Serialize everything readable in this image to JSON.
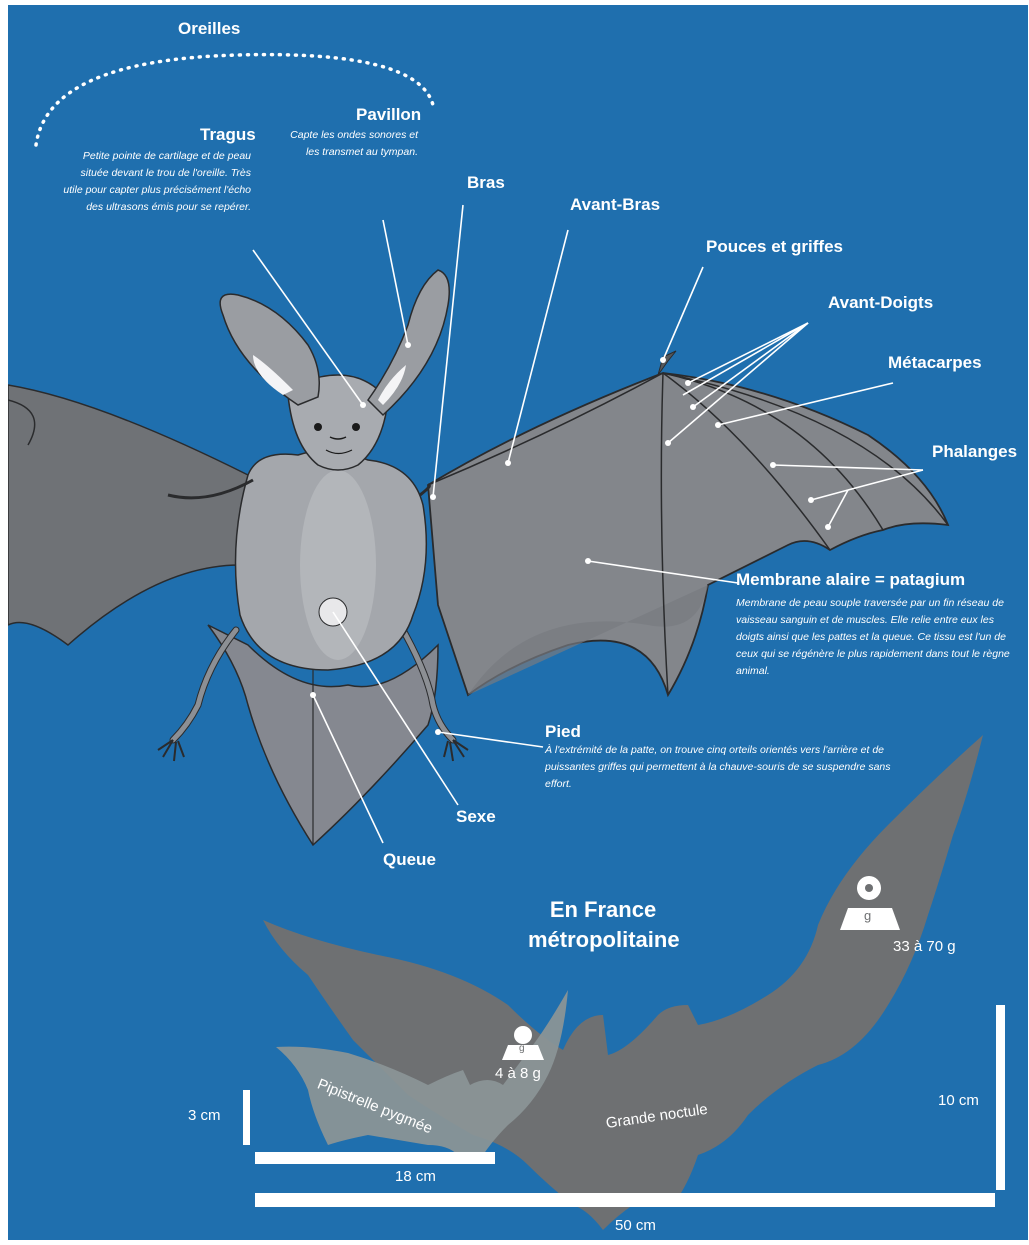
{
  "labels": {
    "oreilles": "Oreilles",
    "pavillon": "Pavillon",
    "pavillon_desc": "Capte les ondes sonores et les transmet au tympan.",
    "tragus": "Tragus",
    "tragus_desc": "Petite pointe de cartilage et de peau située devant le trou de l'oreille. Très utile pour capter plus précisément l'écho des ultrasons émis pour se repérer.",
    "bras": "Bras",
    "avant_bras": "Avant-Bras",
    "pouces": "Pouces et griffes",
    "avant_doigts": "Avant-Doigts",
    "metacarpes": "Métacarpes",
    "phalanges": "Phalanges",
    "membrane": "Membrane alaire = patagium",
    "membrane_desc": "Membrane de peau souple traversée par un fin réseau de vaisseau sanguin et de muscles. Elle relie entre eux les doigts ainsi que les pattes et la queue. Ce tissu est l'un de ceux qui se régénère le plus rapidement dans tout le règne animal.",
    "pied": "Pied",
    "pied_desc": "À l'extrémité de la patte, on trouve cinq orteils orientés vers l'arrière et de puissantes griffes qui permettent à la chauve-souris de se suspendre sans effort.",
    "sexe": "Sexe",
    "queue": "Queue"
  },
  "comparison": {
    "title": "En France métropolitaine",
    "small_bat": {
      "name": "Pipistrelle pygmée",
      "weight": "4 à 8 g",
      "height": "3 cm",
      "span": "18 cm"
    },
    "large_bat": {
      "name": "Grande noctule",
      "weight": "33 à 70 g",
      "height": "10 cm",
      "span": "50 cm"
    },
    "weight_icon_letter": "g",
    "weight_icon_letter_small": "g"
  },
  "colors": {
    "background": "#1f6fae",
    "bat_body": "#8c8f94",
    "membrane": "#7b7e83",
    "silhouette_large": "#6e7072",
    "silhouette_small": "#8a9496",
    "labels": "#ffffff"
  }
}
